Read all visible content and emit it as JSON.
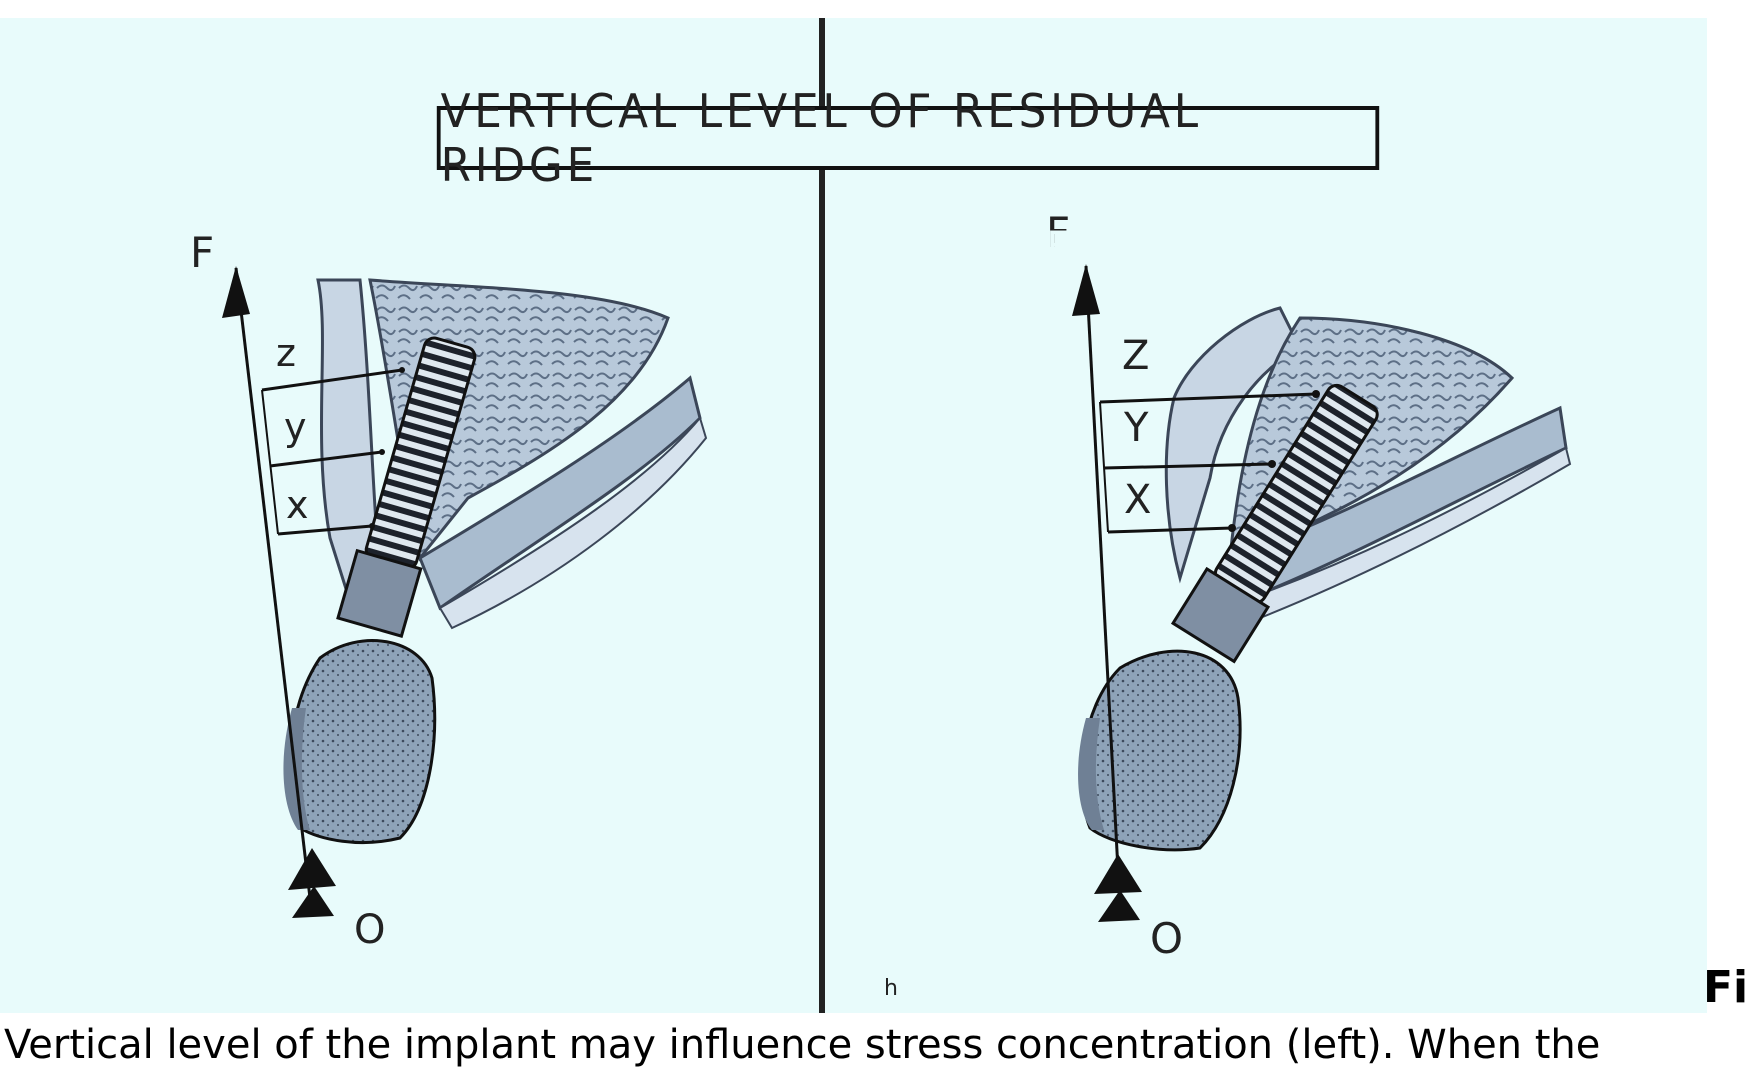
{
  "figure": {
    "title": "VERTICAL LEVEL OF RESIDUAL RIDGE",
    "left_panel": {
      "force_label": "F",
      "origin_label": "O",
      "levels": [
        "z",
        "y",
        "x"
      ]
    },
    "right_panel": {
      "force_label": "F",
      "origin_label": "O",
      "levels": [
        "Z",
        "Y",
        "X"
      ]
    },
    "panel_mark": "h"
  },
  "caption": {
    "tail": "Fi",
    "text": "Vertical level of the implant may influence stress concentration (left). When the"
  },
  "colors": {
    "background": "#e8fbfb",
    "ink": "#111111",
    "bone": "#9fb3c8",
    "implant": "#2a2f38"
  }
}
